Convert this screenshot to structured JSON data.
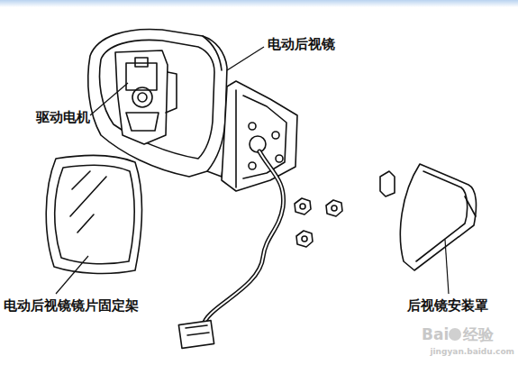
{
  "diagram": {
    "labels": [
      "电动后视镜",
      "驱动电机",
      "电动后视镜镜片固定架",
      "后视镜安装罩",
      "Bai",
      "经验",
      "jingyan.baidu.com"
    ]
  }
}
